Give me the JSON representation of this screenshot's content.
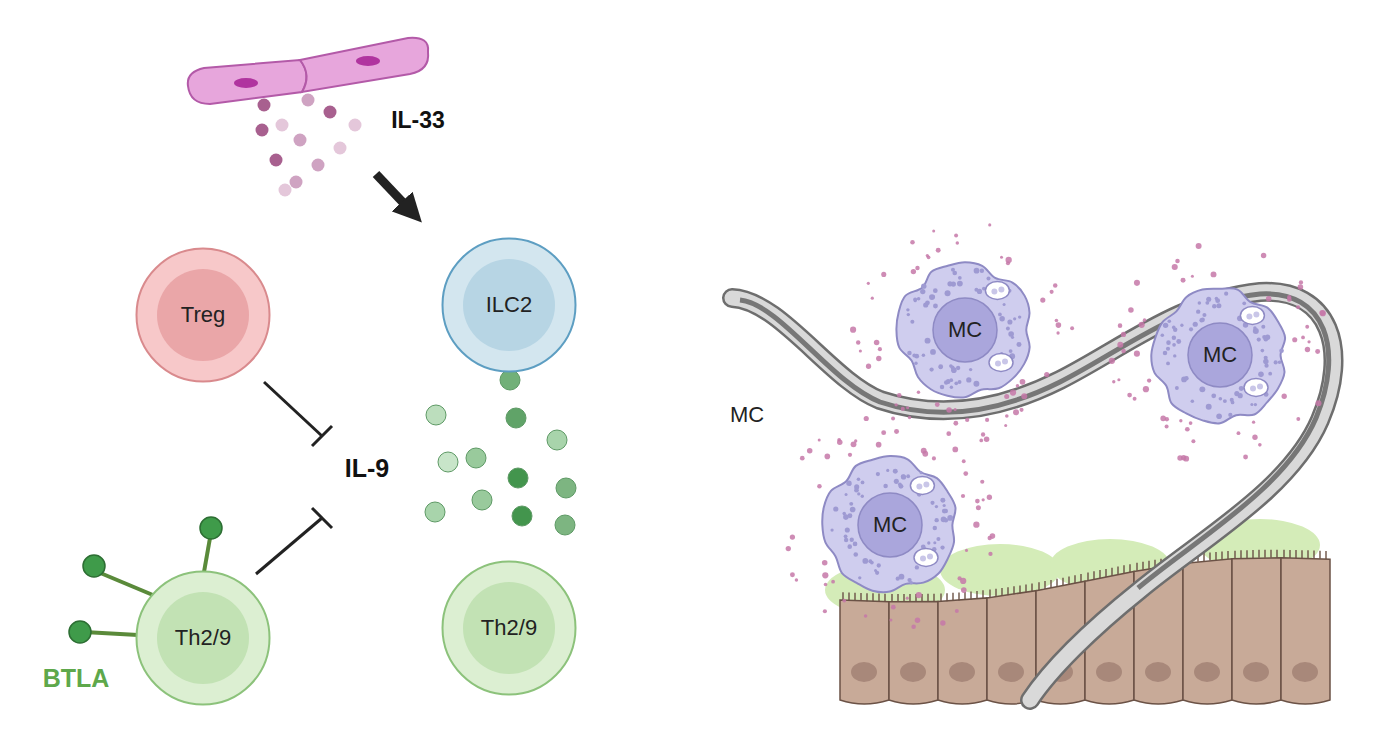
{
  "diagram": {
    "nodes": [
      {
        "text": [
          "Treg"
        ]
      },
      {
        "text": [
          "ILC2"
        ]
      },
      {
        "text": [
          "Th2/9"
        ]
      },
      {
        "text": [
          "Th2/9"
        ]
      },
      {
        "text": [
          "MC"
        ]
      },
      {
        "text": [
          "MC"
        ]
      },
      {
        "text": [
          "MC"
        ]
      }
    ],
    "labels": [
      "IL-33",
      "IL-9",
      "MC",
      "BTLA"
    ]
  }
}
